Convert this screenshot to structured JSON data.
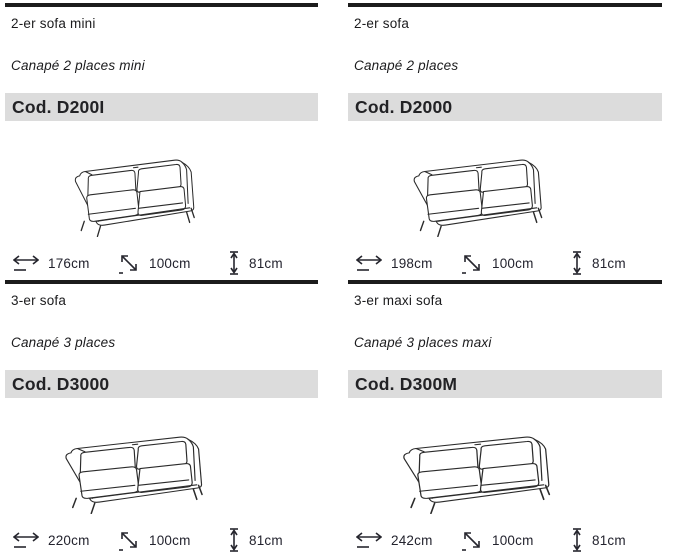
{
  "document": {
    "kind": "sofa dimension specification sheet",
    "language_pairs": "German / French",
    "colors": {
      "background": "#ffffff",
      "code_bar_background": "#dcdcdc",
      "rule": "#1c1c1c",
      "heading_text": "#1b1b1d",
      "dimension_text": "#23232e",
      "line_art": "#2b2b2b"
    },
    "icons": {
      "width": "width-arrow-icon",
      "depth": "depth-arrow-icon",
      "height": "height-arrow-icon"
    }
  },
  "panels": [
    {
      "title": "2-er sofa mini",
      "subtitle": "Canapé 2 places mini",
      "code": "Cod. D200I",
      "drawing": "2-seater-mini-sofa-line-drawing",
      "dims": {
        "width": {
          "icon": "width-arrow",
          "value": "176cm"
        },
        "depth": {
          "icon": "depth-arrow",
          "value": "100cm"
        },
        "height": {
          "icon": "height-arrow",
          "value": "81cm"
        }
      }
    },
    {
      "title": "2-er sofa",
      "subtitle": "Canapé 2 places",
      "code": "Cod. D2000",
      "drawing": "2-seater-sofa-line-drawing",
      "dims": {
        "width": {
          "icon": "width-arrow",
          "value": "198cm"
        },
        "depth": {
          "icon": "depth-arrow",
          "value": "100cm"
        },
        "height": {
          "icon": "height-arrow",
          "value": "81cm"
        }
      }
    },
    {
      "title": "3-er sofa",
      "subtitle": "Canapé 3 places",
      "code": "Cod. D3000",
      "drawing": "3-seater-sofa-line-drawing",
      "dims": {
        "width": {
          "icon": "width-arrow",
          "value": "220cm"
        },
        "depth": {
          "icon": "depth-arrow",
          "value": "100cm"
        },
        "height": {
          "icon": "height-arrow",
          "value": "81cm"
        }
      }
    },
    {
      "title": "3-er maxi sofa",
      "subtitle": "Canapé 3 places maxi",
      "code": "Cod. D300M",
      "drawing": "3-seater-maxi-sofa-line-drawing",
      "dims": {
        "width": {
          "icon": "width-arrow",
          "value": "242cm"
        },
        "depth": {
          "icon": "depth-arrow",
          "value": "100cm"
        },
        "height": {
          "icon": "height-arrow",
          "value": "81cm"
        }
      }
    }
  ]
}
